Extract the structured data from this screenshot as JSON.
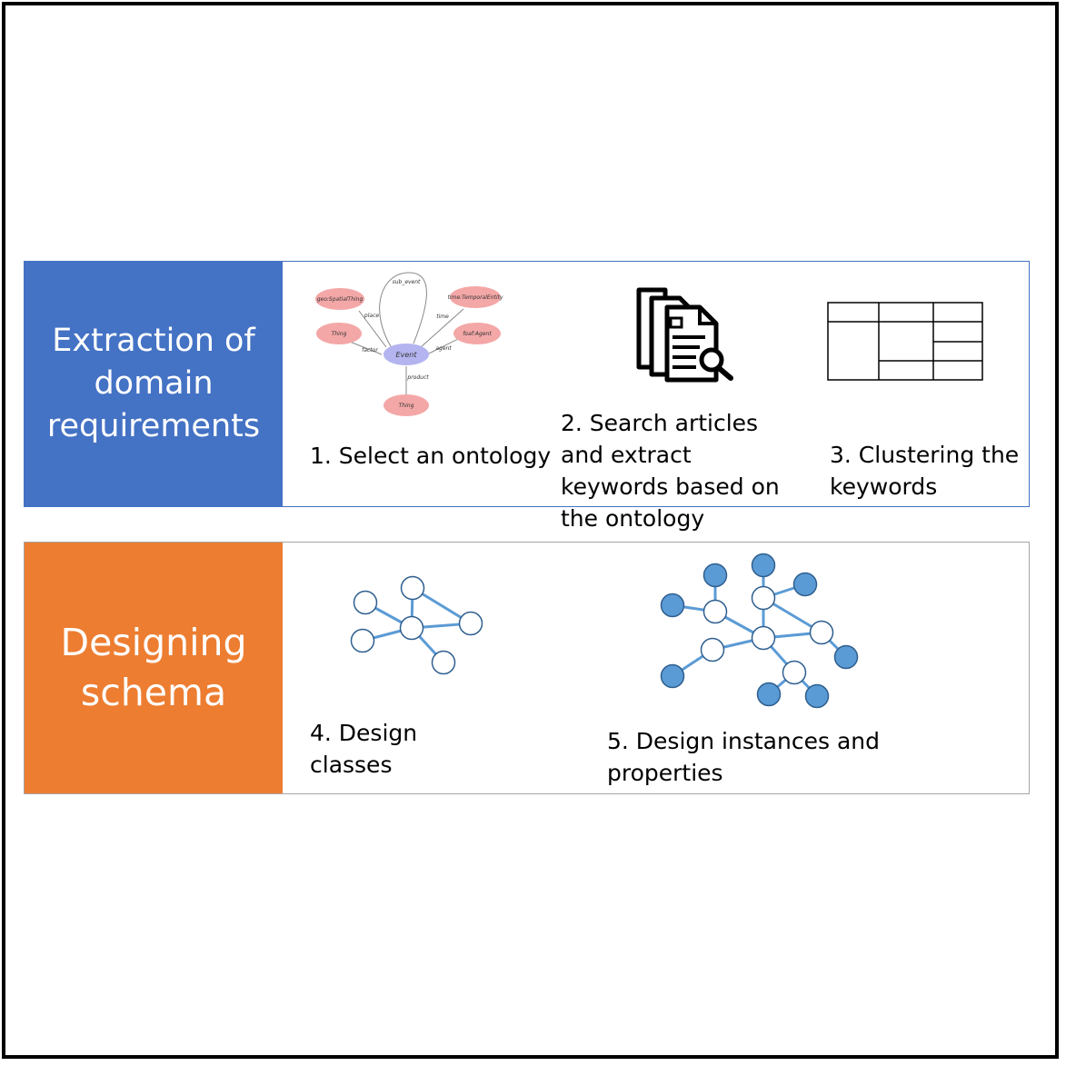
{
  "stages": [
    {
      "label_lines": [
        "Extraction of",
        "domain",
        "requirements"
      ],
      "color": "#4472c4",
      "border_color": "#4472c4",
      "steps": [
        {
          "lines": [
            "1. Select an ontology"
          ],
          "icon": "ontology-graph"
        },
        {
          "lines": [
            "2. Search articles",
            "and extract",
            "keywords based on",
            "the ontology"
          ],
          "icon": "document-search-icon"
        },
        {
          "lines": [
            "3. Clustering the",
            "keywords"
          ],
          "icon": "table-grid-icon"
        }
      ]
    },
    {
      "label_lines": [
        "Designing",
        "schema"
      ],
      "color": "#ed7d31",
      "border_color": "#a6a6a6",
      "steps": [
        {
          "lines": [
            "4. Design",
            "classes"
          ],
          "icon": "class-network-icon"
        },
        {
          "lines": [
            "5. Design instances and",
            "properties"
          ],
          "icon": "instance-network-icon"
        }
      ]
    }
  ],
  "ontology": {
    "center": "Event",
    "nodes": [
      "geo:SpatialThing",
      "time:TemporalEntity",
      "Thing",
      "foaf:Agent",
      "Thing"
    ],
    "edges": [
      "sub_event",
      "place",
      "time",
      "factor",
      "agent",
      "product"
    ],
    "node_color": "#f4a7a7",
    "center_color": "#b4b4f0"
  },
  "network_colors": {
    "edge": "#5b9bd5",
    "filled_node": "#5b9bd5",
    "node_stroke": "#2f5f8f"
  }
}
